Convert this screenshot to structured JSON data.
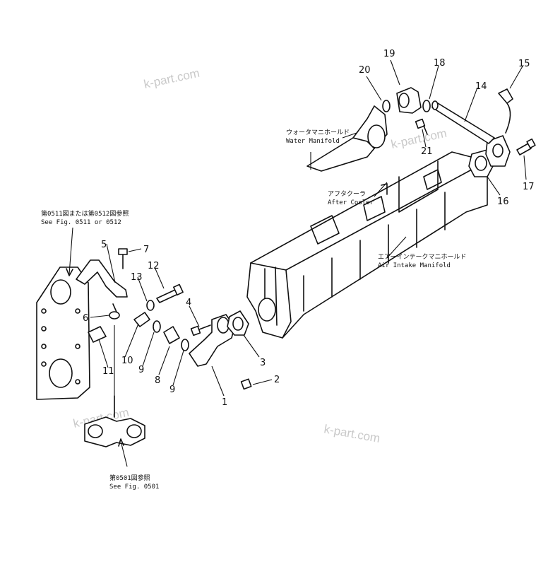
{
  "watermarks": [
    "k-part.com",
    "k-part.com",
    "k-part.com",
    "k-part.com"
  ],
  "labels": {
    "water_manifold_jp": "ウォータマニホールド",
    "water_manifold_en": "Water Manifold",
    "after_cooler_jp": "アフタクーラ",
    "after_cooler_en": "After Cooler",
    "air_intake_jp": "エアーインテークマニホールド",
    "air_intake_en": "Air Intake Manifold",
    "see_fig_top_jp": "第0511図または第0512図参照",
    "see_fig_top_en": "See Fig. 0511 or 0512",
    "see_fig_bottom_jp": "第0501図参照",
    "see_fig_bottom_en": "See Fig. 0501"
  },
  "callouts": [
    "1",
    "2",
    "3",
    "4",
    "5",
    "6",
    "7",
    "8",
    "9",
    "9",
    "10",
    "11",
    "12",
    "13",
    "14",
    "15",
    "16",
    "17",
    "18",
    "19",
    "20",
    "21"
  ]
}
